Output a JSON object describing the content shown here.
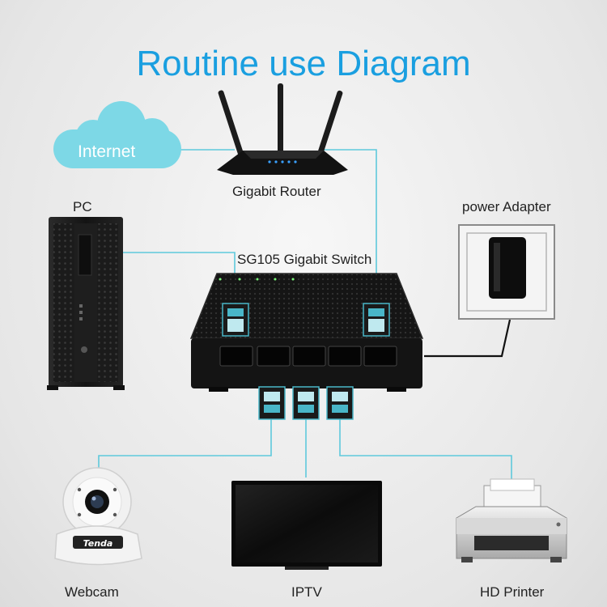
{
  "title": "Routine use Diagram",
  "cloud": {
    "label": "Internet"
  },
  "router": {
    "label": "Gigabit Router"
  },
  "pc": {
    "label": "PC"
  },
  "switch": {
    "label": "SG105 Gigabit Switch"
  },
  "adapter": {
    "label": "power Adapter"
  },
  "devices": {
    "webcam": "Webcam",
    "iptv": "IPTV",
    "printer": "HD Printer"
  },
  "colors": {
    "title": "#1a9fe0",
    "cable": "#5ec9dc",
    "cloud": "#7dd8e6",
    "connector": "#49b6c8"
  },
  "icons": [
    "cloud-icon",
    "router-icon",
    "pc-tower-icon",
    "switch-icon",
    "power-adapter-icon",
    "webcam-icon",
    "tv-icon",
    "printer-icon"
  ]
}
